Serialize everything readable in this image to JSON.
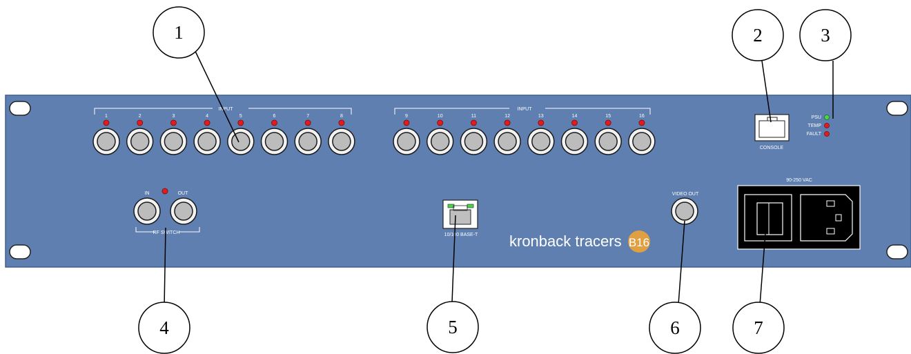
{
  "panel": {
    "input_group_1_label": "INPUT",
    "input_group_2_label": "INPUT",
    "input_numbers_1": [
      "1",
      "2",
      "3",
      "4",
      "5",
      "6",
      "7",
      "8"
    ],
    "input_numbers_2": [
      "9",
      "10",
      "11",
      "12",
      "13",
      "14",
      "15",
      "16"
    ],
    "console_label": "CONSOLE",
    "status_labels": [
      "PSU",
      "TEMP",
      "FAULT"
    ],
    "rf_in_label": "IN",
    "rf_out_label": "OUT",
    "rf_switch_label": "RF SWITCH",
    "ethernet_label": "10/100 BASE-T",
    "video_out_label": "VIDEO OUT",
    "power_label": "90-250 VAC",
    "brand_text": "kronback tracers",
    "brand_badge": "B16",
    "colors": {
      "panel": "#5f7fb0",
      "brand_badge": "#e0a042",
      "led_red": "#e21c1c",
      "led_green": "#49d44a"
    }
  },
  "callouts": [
    "1",
    "2",
    "3",
    "4",
    "5",
    "6",
    "7"
  ]
}
